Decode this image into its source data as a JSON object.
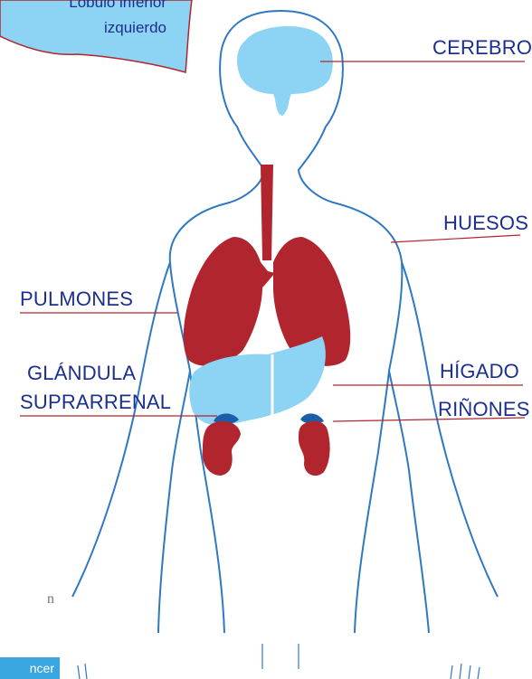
{
  "callout": {
    "line1": "Lóbulo inferior",
    "line2": "izquierdo"
  },
  "labels": {
    "cerebro": "CEREBRO",
    "huesos": "HUESOS",
    "pulmones": "PULMONES",
    "glandula_1": "GLÁNDULA",
    "glandula_2": "SUPRARRENAL",
    "higado": "HÍGADO",
    "rinones": "RIÑONES"
  },
  "edge_text": "n",
  "badge_text": "ncer",
  "colors": {
    "label_blue": "#1b2f8e",
    "outline_blue": "#2f78c4",
    "organ_light_blue": "#8dd3f4",
    "organ_red": "#b1262e",
    "gland_blue": "#1c5fa8",
    "leader_red": "#b1262e",
    "badge_blue": "#3aa6e0"
  },
  "icons": [
    "human-body-outline",
    "brain",
    "lungs",
    "liver",
    "kidneys",
    "adrenal-glands"
  ]
}
